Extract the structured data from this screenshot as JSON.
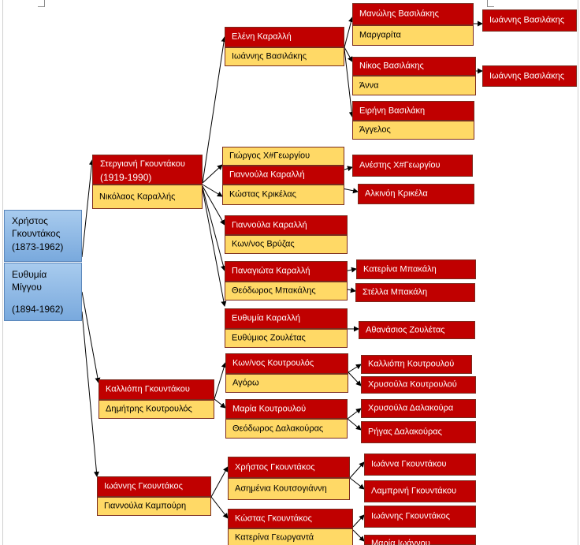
{
  "root": {
    "husband": "Χρήστος Γκουντάκος",
    "husband_years": "(1873-1962)",
    "wife": "Ευθυμία Μίγγου",
    "wife_years": "(1894-1962)"
  },
  "children": [
    {
      "name": "Στεργιανή Γκουντάκου",
      "years": "(1919-1990)",
      "spouse": "Νικόλαος Καραλλής"
    },
    {
      "name": "Καλλιόπη Γκουντάκου",
      "spouse": "Δημήτρης Κουτρουλός"
    },
    {
      "name": "Ιωάννης Γκουντάκος",
      "spouse": "Γιαννούλα Καμπούρη"
    }
  ],
  "grandchildren": [
    {
      "name": "Ελένη Καραλλή",
      "spouse": "Ιωάννης Βασιλάκης"
    },
    {
      "name": "Γιώργος Χ#Γεωργίου",
      "spouse": "Κώστας Κρικέλας"
    },
    {
      "name": "Γιαννούλα Καραλλή",
      "spouse": "Κων/νος Βρύζας"
    },
    {
      "name": "Παναγιώτα Καραλλή",
      "spouse": "Θεόδωρος Μπακάλης"
    },
    {
      "name": "Ευθυμία Καραλλή",
      "spouse": "Ευθύμιος Ζουλέτας"
    },
    {
      "name": "Κων/νος Κουτρουλός",
      "spouse": "Αγόρω"
    },
    {
      "name": "Μαρία Κουτρουλού",
      "spouse": "Θεόδωρος Δαλακούρας"
    },
    {
      "name": "Χρήστος Γκουντάκος",
      "spouse": "Ασημένια Κουτσογιάννη"
    },
    {
      "name": "Κώστας Γκουντάκος",
      "spouse": "Κατερίνα Γεωργαντά"
    }
  ],
  "extra_label": "Γιαννούλα Καραλλή",
  "great_grandchildren": [
    {
      "name": "Μανώλης  Βασιλάκης",
      "spouse": "Μαργαρίτα"
    },
    {
      "name": "Νίκος  Βασιλάκης",
      "spouse": "Άννα"
    },
    {
      "name": "Ειρήνη Βασιλάκη",
      "spouse": "Άγγελος"
    },
    {
      "name": "Ανέστης  Χ#Γεωργίου"
    },
    {
      "name": "Αλκινόη  Κρικέλα"
    },
    {
      "name": "Κατερίνα Μπακάλη"
    },
    {
      "name": "Στέλλα  Μπακάλη"
    },
    {
      "name": "Αθανάσιος Ζουλέτας"
    },
    {
      "name": "Καλλιόπη Κουτρουλού"
    },
    {
      "name": "Χρυσούλα Κουτρουλού"
    },
    {
      "name": "Χρυσούλα Δαλακούρα"
    },
    {
      "name": "Ρήγας Δαλακούρας"
    },
    {
      "name": "Ιωάννα Γκουντάκου"
    },
    {
      "name": "Λαμπρινή Γκουντάκου"
    },
    {
      "name": "Ιωάννης Γκουντάκος"
    },
    {
      "name": "Μαρία Ιωάννου"
    }
  ],
  "great_great_grandchildren": [
    {
      "name": "Ιωάννης Βασιλάκης"
    },
    {
      "name": "Ιωάννης Βασιλάκης"
    }
  ],
  "colors": {
    "person_box": "#c00000",
    "spouse_box": "#ffd966",
    "root_box": "#8fb8e6",
    "connector": "#000000"
  }
}
